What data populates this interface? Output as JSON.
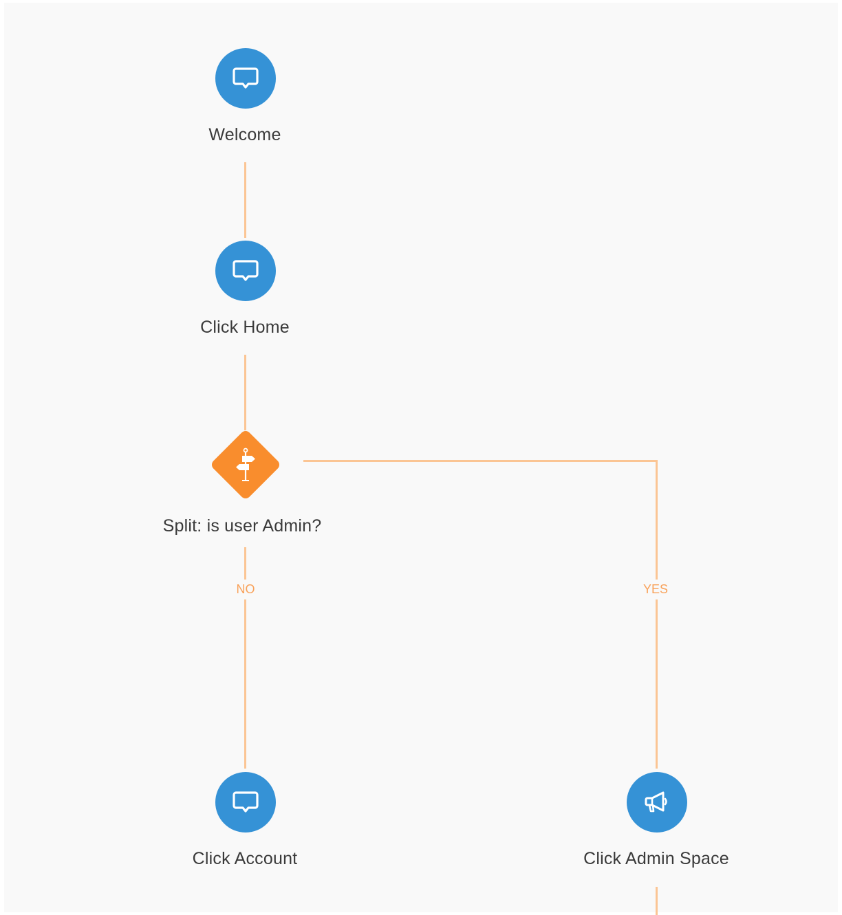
{
  "flow": {
    "nodes": [
      {
        "id": "welcome",
        "label": "Welcome",
        "icon": "speech-bubble-icon"
      },
      {
        "id": "click-home",
        "label": "Click Home",
        "icon": "speech-bubble-icon"
      },
      {
        "id": "split",
        "label": "Split: is user Admin?",
        "icon": "signpost-icon"
      },
      {
        "id": "click-account",
        "label": "Click Account",
        "icon": "speech-bubble-icon"
      },
      {
        "id": "click-admin-space",
        "label": "Click Admin Space",
        "icon": "megaphone-icon"
      }
    ],
    "branches": {
      "no": "NO",
      "yes": "YES"
    }
  },
  "colors": {
    "message_node": "#3592d6",
    "split_node": "#f98d2d",
    "connector": "#fbc594",
    "branch_text": "#f9a25a",
    "canvas": "#f9f9f9"
  }
}
